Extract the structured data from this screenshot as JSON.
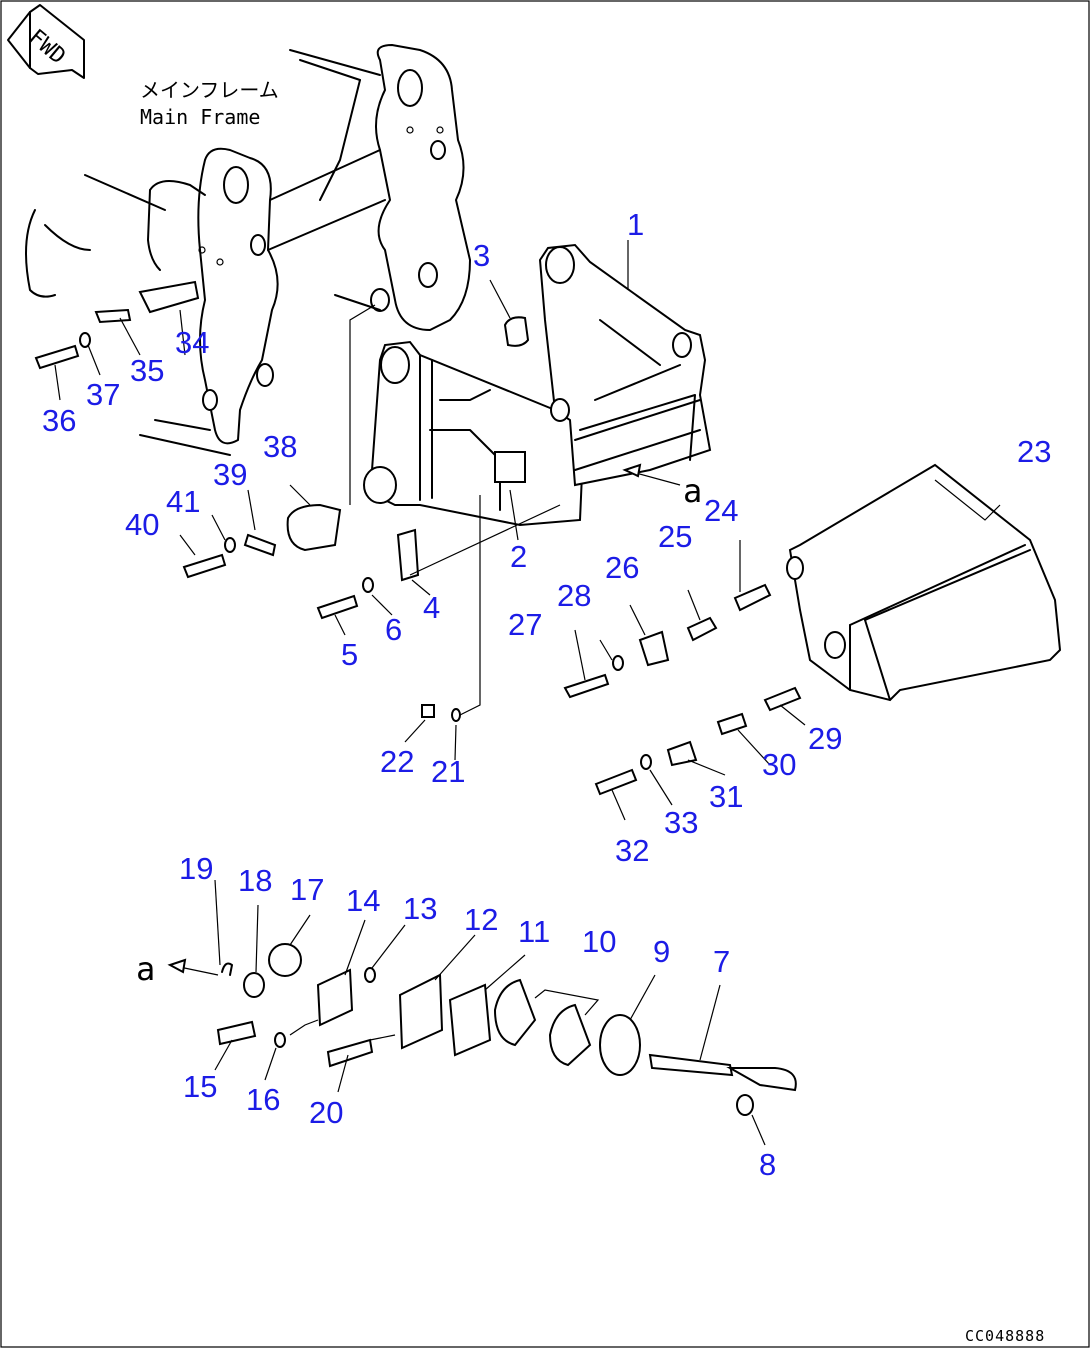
{
  "labels": {
    "main_frame_jp": "メインフレーム",
    "main_frame_en": "Main Frame",
    "fwd": "FWD",
    "ref_a": "a",
    "drawing_code": "CC048888"
  },
  "callouts": [
    "1",
    "2",
    "3",
    "4",
    "5",
    "6",
    "7",
    "8",
    "9",
    "10",
    "11",
    "12",
    "13",
    "14",
    "15",
    "16",
    "17",
    "18",
    "19",
    "20",
    "21",
    "22",
    "23",
    "24",
    "25",
    "26",
    "27",
    "28",
    "29",
    "30",
    "31",
    "32",
    "33",
    "34",
    "35",
    "36",
    "37",
    "38",
    "39",
    "40",
    "41"
  ],
  "colors": {
    "callout": "#1c1ce6",
    "line": "#000000"
  }
}
